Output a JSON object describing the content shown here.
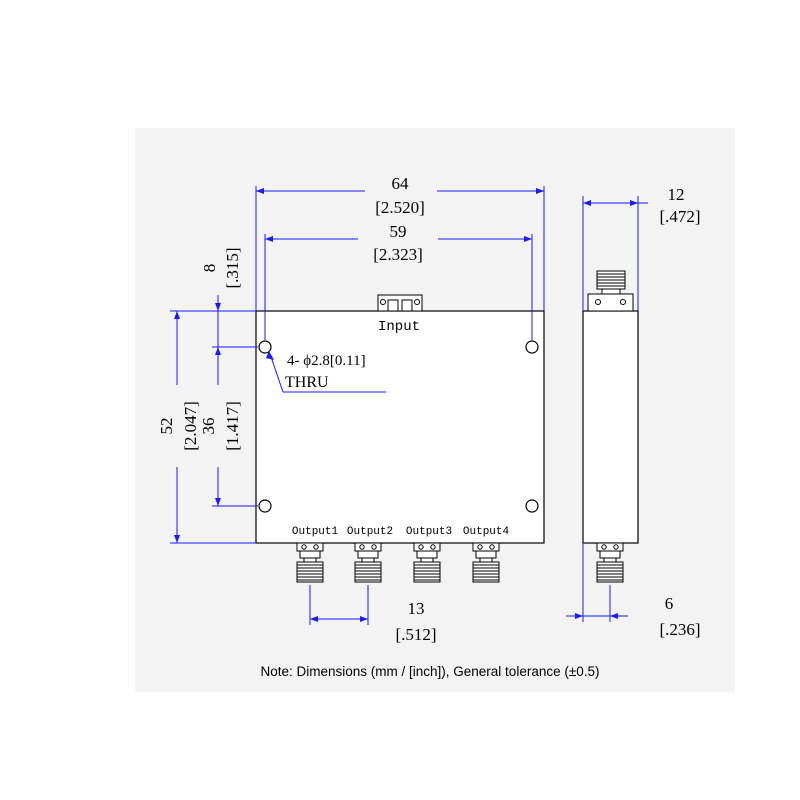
{
  "dimensions": {
    "width_outer_mm": "64",
    "width_outer_in": "[2.520]",
    "hole_span_x_mm": "59",
    "hole_span_x_in": "[2.323]",
    "thickness_mm": "12",
    "thickness_in": "[.472]",
    "hole_offset_y_mm": "8",
    "hole_offset_y_in": "[.315]",
    "height_outer_mm": "52",
    "height_outer_in": "[2.047]",
    "hole_span_y_mm": "36",
    "hole_span_y_in": "[1.417]",
    "port_pitch_mm": "13",
    "port_pitch_in": "[.512]",
    "connector_offset_mm": "6",
    "connector_offset_in": "[.236]"
  },
  "labels": {
    "input": "Input",
    "output1": "Output1",
    "output2": "Output2",
    "output3": "Output3",
    "output4": "Output4",
    "hole_callout": "4- ϕ2.8[0.11]",
    "thru": "THRU"
  },
  "note": "Note: Dimensions (mm / [inch]), General tolerance (±0.5)",
  "colors": {
    "dimension_line": "#1a1aff",
    "outline": "#000000",
    "panel_background": "#f3f3f3"
  }
}
